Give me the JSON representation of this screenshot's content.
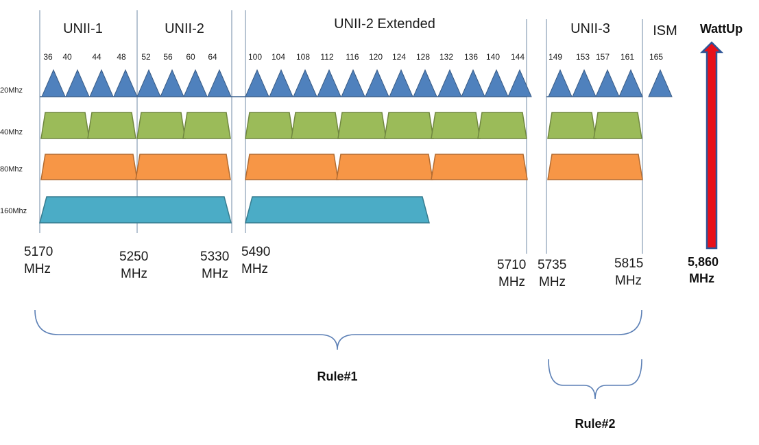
{
  "bands": [
    {
      "id": "unii1",
      "label": "UNII-1"
    },
    {
      "id": "unii2",
      "label": "UNII-2"
    },
    {
      "id": "unii2ext",
      "label": "UNII-2 Extended"
    },
    {
      "id": "unii3",
      "label": "UNII-3"
    },
    {
      "id": "ism",
      "label": "ISM"
    }
  ],
  "channels": [
    "36",
    "40",
    "44",
    "48",
    "52",
    "56",
    "60",
    "64",
    "100",
    "104",
    "108",
    "112",
    "116",
    "120",
    "124",
    "128",
    "132",
    "136",
    "140",
    "144",
    "149",
    "153",
    "157",
    "161",
    "165"
  ],
  "rows": [
    {
      "id": "w20",
      "label": "20Mhz",
      "color": "#4f81bd"
    },
    {
      "id": "w40",
      "label": "40Mhz",
      "color": "#9bbb59"
    },
    {
      "id": "w80",
      "label": "80Mhz",
      "color": "#f79646"
    },
    {
      "id": "w160",
      "label": "160Mhz",
      "color": "#4bacc6"
    }
  ],
  "frequencies": [
    {
      "value": "5170",
      "unit": "MHz"
    },
    {
      "value": "5250",
      "unit": "MHz"
    },
    {
      "value": "5330",
      "unit": "MHz"
    },
    {
      "value": "5490",
      "unit": "MHz"
    },
    {
      "value": "5710",
      "unit": "MHz"
    },
    {
      "value": "5735",
      "unit": "MHz"
    },
    {
      "value": "5815",
      "unit": "MHz"
    },
    {
      "value": "5,860",
      "unit": "MHz"
    }
  ],
  "wattup_label": "WattUp",
  "rules": [
    {
      "label": "Rule#1"
    },
    {
      "label": "Rule#2"
    }
  ],
  "colors": {
    "arrow_fill": "#e8101a",
    "arrow_outline": "#2e5597",
    "separator": "#9fb0c4",
    "brace": "#5b7fb5"
  }
}
